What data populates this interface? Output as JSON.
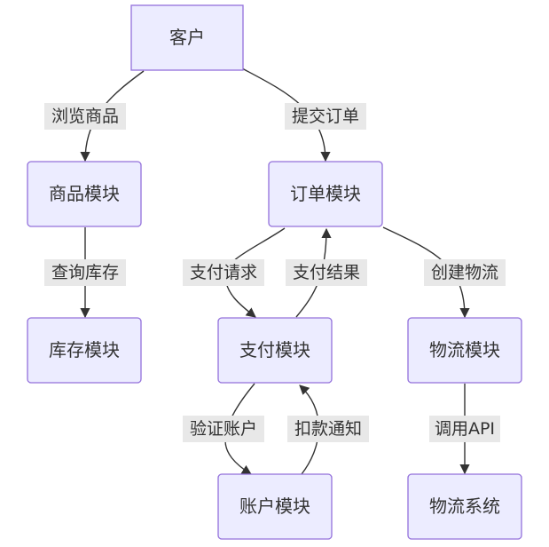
{
  "diagram": {
    "nodes": {
      "customer": "客户",
      "product": "商品模块",
      "order": "订单模块",
      "inventory": "库存模块",
      "payment": "支付模块",
      "logistics": "物流模块",
      "account": "账户模块",
      "logistics_system": "物流系统"
    },
    "edges": {
      "browse": "浏览商品",
      "submit_order": "提交订单",
      "query_inventory": "查询库存",
      "pay_request": "支付请求",
      "pay_result": "支付结果",
      "create_logistics": "创建物流",
      "verify_account": "验证账户",
      "deduct_notify": "扣款通知",
      "call_api": "调用API"
    }
  },
  "colors": {
    "node_fill": "#ECECFF",
    "node_stroke": "#9370DB",
    "edge": "#333333",
    "label_bg": "#e8e8e8",
    "text": "#333333"
  }
}
